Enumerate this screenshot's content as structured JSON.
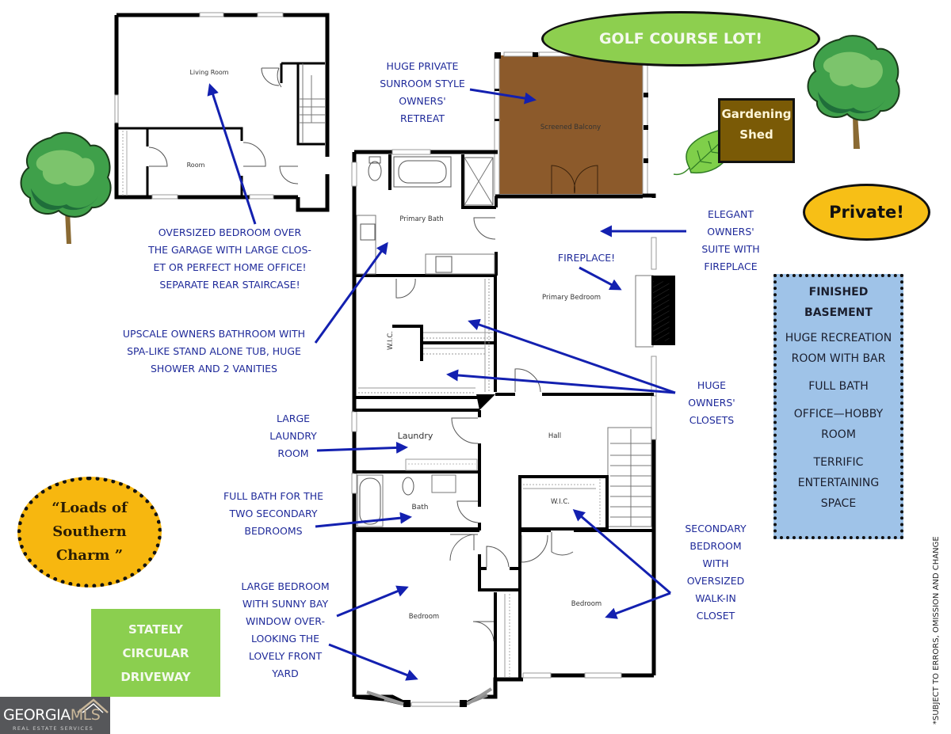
{
  "rooms": {
    "living_room": "Living Room",
    "room": "Room",
    "screened_balcony": "Screened Balcony",
    "primary_bath": "Primary Bath",
    "primary_bedroom": "Primary Bedroom",
    "wic_primary": "W.I.C.",
    "laundry": "Laundry",
    "hall": "Hall",
    "bath": "Bath",
    "wic_secondary": "W.I.C.",
    "bedroom_front": "Bedroom",
    "bedroom_secondary": "Bedroom"
  },
  "callouts": {
    "sunroom": "Huge Private\nSunroom Style\nOwners'\nRetreat",
    "garage_bedroom": "Oversized Bedroom Over\nThe Garage With Large Clos-\net or Perfect Home Office!\nSeparate Rear Staircase!",
    "owners_bath": "Upscale Owners Bathroom With\nSpa-Like Stand Alone Tub, Huge\nShower And 2 Vanities",
    "owners_suite": "Elegant\nOwners'\nSuite With\nFireplace",
    "fireplace": "Fireplace!",
    "closets": "Huge\nOwners'\nClosets",
    "laundry": "Large\nLaundry\nRoom",
    "full_bath": "Full Bath For The\nTwo Secondary\nBedrooms",
    "front_bedroom": "Large Bedroom\nWith Sunny Bay\nWindow Over-\nLooking The\nLovely Front\nYard",
    "secondary_bedroom": "Secondary\nBedroom\nWith\nOversized\nWalk-In\nCloset"
  },
  "badges": {
    "golf": "GOLF COURSE LOT!",
    "shed": "Gardening\nShed",
    "private": "Private!",
    "charm": "“Loads of\nSouthern\nCharm ”",
    "driveway": "STATELY\nCIRCULAR\nDRIVEWAY"
  },
  "basement": {
    "title": "FINISHED\nBASEMENT",
    "items": [
      "HUGE RECREATION\nROOM WITH BAR",
      "FULL BATH",
      "OFFICE—HOBBY\nROOM",
      "TERRIFIC\nENTERTAINING\nSPACE"
    ]
  },
  "logo": {
    "brand_left": "GEORGIA",
    "brand_right": "MLS",
    "tagline": "REAL ESTATE SERVICES"
  },
  "disclaimer": "*SUBJECT TO ERRORS, OMISSION AND CHANGE",
  "colors": {
    "arrow": "#1320b0",
    "balcony": "#8c5a2b",
    "golf": "#8dcf4f",
    "private": "#f7bf16",
    "basement": "#9fc3e8",
    "shed": "#7a5a06"
  }
}
